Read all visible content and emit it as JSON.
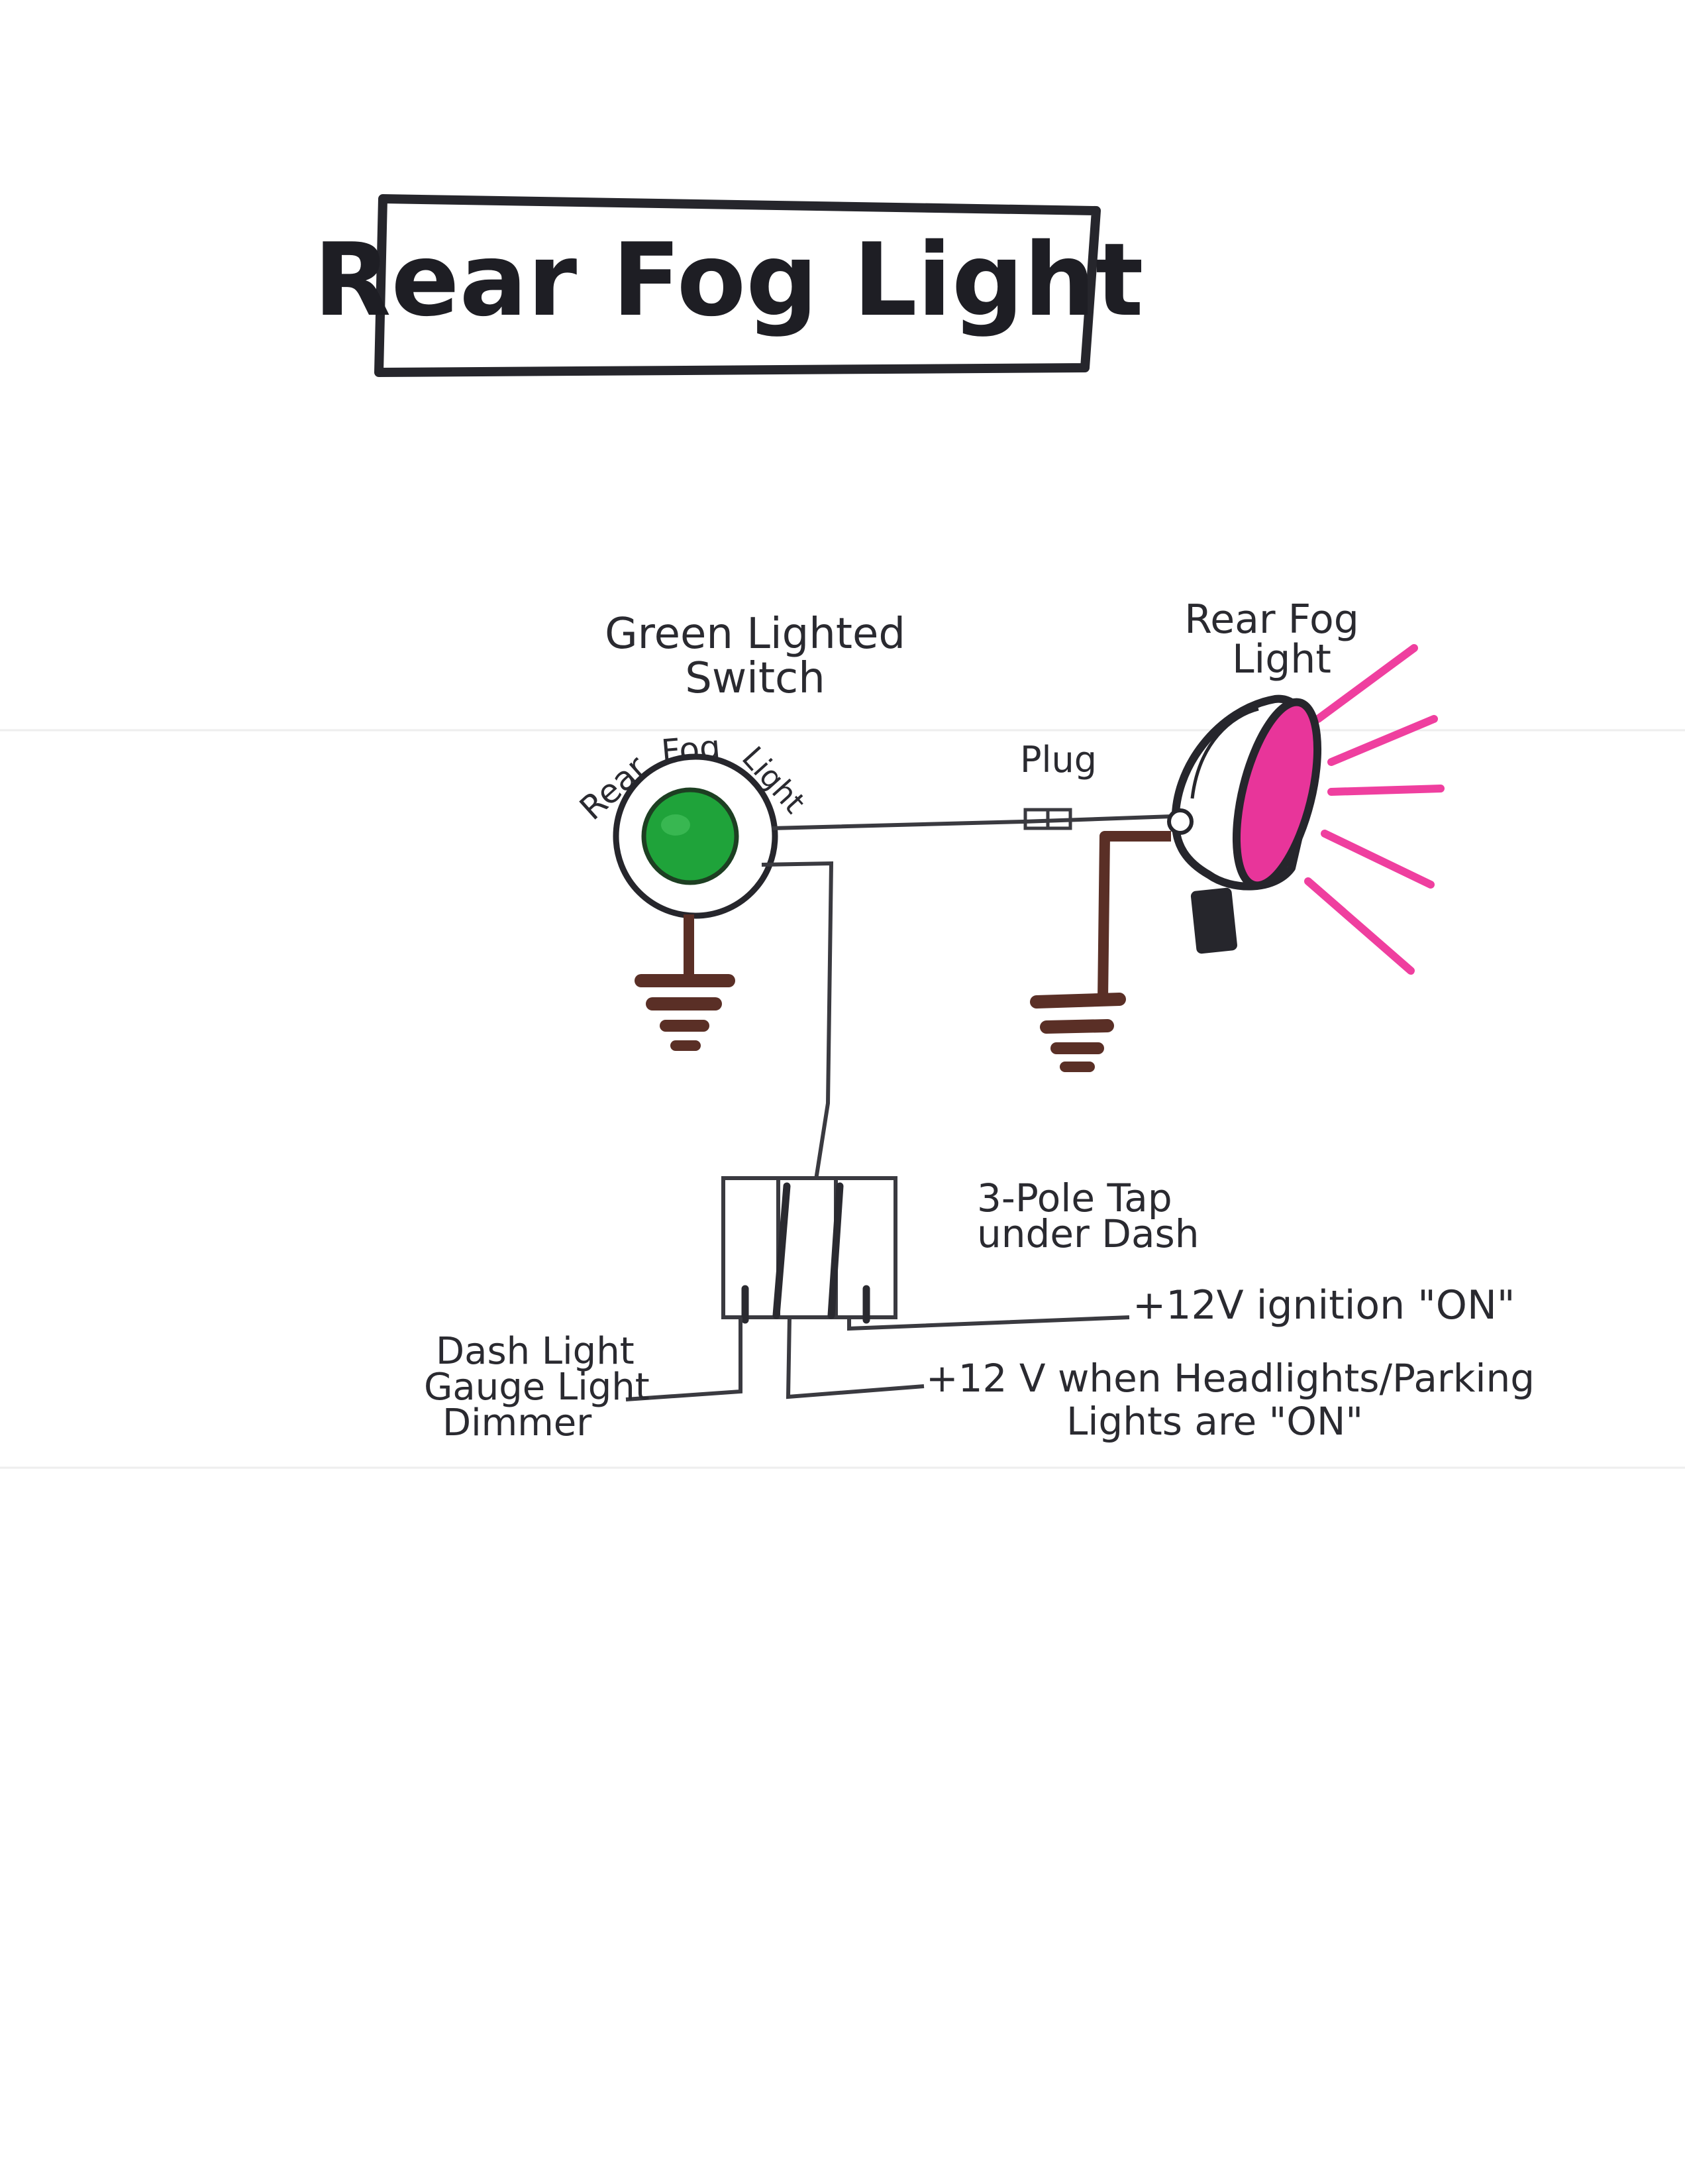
{
  "title": "Rear Fog Light",
  "labels": {
    "switch_caption_1": "Green Lighted",
    "switch_caption_2": "Switch",
    "switch_ring_1": "Rear",
    "switch_ring_2": "Fog",
    "switch_ring_3": "Light",
    "fog_caption_1": "Rear Fog",
    "fog_caption_2": "Light",
    "plug": "Plug",
    "tap_1": "3-Pole Tap",
    "tap_2": "under Dash",
    "ignition": "+12V ignition \"ON\"",
    "headlights_1": "+12 V when Headlights/Parking",
    "headlights_2": "Lights are \"ON\"",
    "dimmer_1": "Dash Light",
    "dimmer_2": "Gauge Light",
    "dimmer_3": "Dimmer"
  },
  "colors": {
    "ink": "#2a2a30",
    "wire": "#3a3a40",
    "ground": "#5a2f26",
    "switch_lens": "#1fa33a",
    "fog_lens": "#e8359a",
    "fog_rays": "#ef3f9f"
  }
}
